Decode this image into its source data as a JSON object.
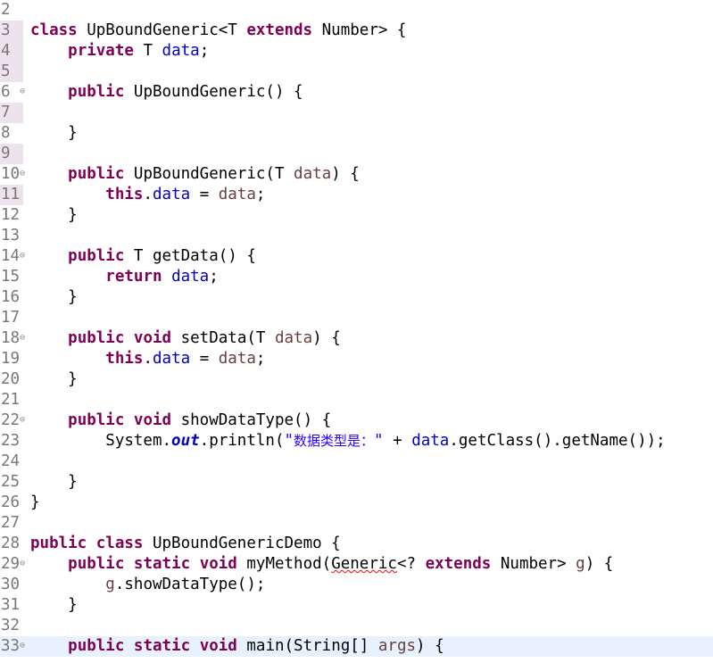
{
  "colors": {
    "keyword": "#7f0055",
    "field": "#0000c0",
    "parameter": "#6a3e3e",
    "string": "#2a00ff",
    "line_number": "#787878",
    "current_line": "#e8f2fe",
    "error_underline": "#ff0000"
  },
  "fold_icon": "collapse-circle-icon",
  "lines": [
    {
      "num": "2",
      "marked": false,
      "fold": false,
      "current": false,
      "tokens": []
    },
    {
      "num": "3",
      "marked": true,
      "fold": false,
      "current": false,
      "tokens": [
        {
          "t": "class",
          "c": "kw"
        },
        {
          "t": " UpBoundGeneric<T "
        },
        {
          "t": "extends",
          "c": "kw"
        },
        {
          "t": " Number> {"
        }
      ]
    },
    {
      "num": "4",
      "marked": true,
      "fold": false,
      "current": false,
      "tokens": [
        {
          "t": "    "
        },
        {
          "t": "private",
          "c": "kw"
        },
        {
          "t": " T "
        },
        {
          "t": "data",
          "c": "fld"
        },
        {
          "t": ";"
        }
      ]
    },
    {
      "num": "5",
      "marked": true,
      "fold": false,
      "current": false,
      "tokens": []
    },
    {
      "num": "6",
      "marked": false,
      "fold": true,
      "current": false,
      "tokens": [
        {
          "t": "    "
        },
        {
          "t": "public",
          "c": "kw"
        },
        {
          "t": " UpBoundGeneric() {"
        }
      ]
    },
    {
      "num": "7",
      "marked": true,
      "fold": false,
      "current": false,
      "tokens": []
    },
    {
      "num": "8",
      "marked": false,
      "fold": false,
      "current": false,
      "tokens": [
        {
          "t": "    }"
        }
      ]
    },
    {
      "num": "9",
      "marked": true,
      "fold": false,
      "current": false,
      "tokens": []
    },
    {
      "num": "10",
      "marked": false,
      "fold": true,
      "current": false,
      "tokens": [
        {
          "t": "    "
        },
        {
          "t": "public",
          "c": "kw"
        },
        {
          "t": " UpBoundGeneric(T "
        },
        {
          "t": "data",
          "c": "param"
        },
        {
          "t": ") {"
        }
      ]
    },
    {
      "num": "11",
      "marked": true,
      "fold": false,
      "current": false,
      "tokens": [
        {
          "t": "        "
        },
        {
          "t": "this",
          "c": "kw"
        },
        {
          "t": "."
        },
        {
          "t": "data",
          "c": "fld"
        },
        {
          "t": " = "
        },
        {
          "t": "data",
          "c": "param"
        },
        {
          "t": ";"
        }
      ]
    },
    {
      "num": "12",
      "marked": false,
      "fold": false,
      "current": false,
      "tokens": [
        {
          "t": "    }"
        }
      ]
    },
    {
      "num": "13",
      "marked": false,
      "fold": false,
      "current": false,
      "tokens": []
    },
    {
      "num": "14",
      "marked": false,
      "fold": true,
      "current": false,
      "tokens": [
        {
          "t": "    "
        },
        {
          "t": "public",
          "c": "kw"
        },
        {
          "t": " T getData() {"
        }
      ]
    },
    {
      "num": "15",
      "marked": false,
      "fold": false,
      "current": false,
      "tokens": [
        {
          "t": "        "
        },
        {
          "t": "return",
          "c": "kw"
        },
        {
          "t": " "
        },
        {
          "t": "data",
          "c": "fld"
        },
        {
          "t": ";"
        }
      ]
    },
    {
      "num": "16",
      "marked": false,
      "fold": false,
      "current": false,
      "tokens": [
        {
          "t": "    }"
        }
      ]
    },
    {
      "num": "17",
      "marked": false,
      "fold": false,
      "current": false,
      "tokens": []
    },
    {
      "num": "18",
      "marked": false,
      "fold": true,
      "current": false,
      "tokens": [
        {
          "t": "    "
        },
        {
          "t": "public",
          "c": "kw"
        },
        {
          "t": " "
        },
        {
          "t": "void",
          "c": "kw"
        },
        {
          "t": " setData(T "
        },
        {
          "t": "data",
          "c": "param"
        },
        {
          "t": ") {"
        }
      ]
    },
    {
      "num": "19",
      "marked": false,
      "fold": false,
      "current": false,
      "tokens": [
        {
          "t": "        "
        },
        {
          "t": "this",
          "c": "kw"
        },
        {
          "t": "."
        },
        {
          "t": "data",
          "c": "fld"
        },
        {
          "t": " = "
        },
        {
          "t": "data",
          "c": "param"
        },
        {
          "t": ";"
        }
      ]
    },
    {
      "num": "20",
      "marked": false,
      "fold": false,
      "current": false,
      "tokens": [
        {
          "t": "    }"
        }
      ]
    },
    {
      "num": "21",
      "marked": false,
      "fold": false,
      "current": false,
      "tokens": []
    },
    {
      "num": "22",
      "marked": false,
      "fold": true,
      "current": false,
      "tokens": [
        {
          "t": "    "
        },
        {
          "t": "public",
          "c": "kw"
        },
        {
          "t": " "
        },
        {
          "t": "void",
          "c": "kw"
        },
        {
          "t": " showDataType() {"
        }
      ]
    },
    {
      "num": "23",
      "marked": false,
      "fold": false,
      "current": false,
      "tokens": [
        {
          "t": "        System."
        },
        {
          "t": "out",
          "c": "sfld"
        },
        {
          "t": ".println("
        },
        {
          "t": "\"",
          "c": "str"
        },
        {
          "t": "数据类型是：",
          "c": "str cjk"
        },
        {
          "t": "\"",
          "c": "str"
        },
        {
          "t": " + "
        },
        {
          "t": "data",
          "c": "fld"
        },
        {
          "t": ".getClass().getName());"
        }
      ]
    },
    {
      "num": "24",
      "marked": false,
      "fold": false,
      "current": false,
      "tokens": []
    },
    {
      "num": "25",
      "marked": false,
      "fold": false,
      "current": false,
      "tokens": [
        {
          "t": "    }"
        }
      ]
    },
    {
      "num": "26",
      "marked": false,
      "fold": false,
      "current": false,
      "tokens": [
        {
          "t": "}"
        }
      ]
    },
    {
      "num": "27",
      "marked": false,
      "fold": false,
      "current": false,
      "tokens": []
    },
    {
      "num": "28",
      "marked": false,
      "fold": false,
      "current": false,
      "tokens": [
        {
          "t": "public",
          "c": "kw"
        },
        {
          "t": " "
        },
        {
          "t": "class",
          "c": "kw"
        },
        {
          "t": " UpBoundGenericDemo {"
        }
      ]
    },
    {
      "num": "29",
      "marked": false,
      "fold": true,
      "current": false,
      "tokens": [
        {
          "t": "    "
        },
        {
          "t": "public",
          "c": "kw"
        },
        {
          "t": " "
        },
        {
          "t": "static",
          "c": "kw"
        },
        {
          "t": " "
        },
        {
          "t": "void",
          "c": "kw"
        },
        {
          "t": " myMethod("
        },
        {
          "t": "Generic",
          "c": "err"
        },
        {
          "t": "<? "
        },
        {
          "t": "extends",
          "c": "kw"
        },
        {
          "t": " Number> "
        },
        {
          "t": "g",
          "c": "param"
        },
        {
          "t": ") {"
        }
      ]
    },
    {
      "num": "30",
      "marked": false,
      "fold": false,
      "current": false,
      "tokens": [
        {
          "t": "        "
        },
        {
          "t": "g",
          "c": "param"
        },
        {
          "t": ".showDataType();"
        }
      ]
    },
    {
      "num": "31",
      "marked": false,
      "fold": false,
      "current": false,
      "tokens": [
        {
          "t": "    }"
        }
      ]
    },
    {
      "num": "32",
      "marked": false,
      "fold": false,
      "current": false,
      "tokens": []
    },
    {
      "num": "33",
      "marked": false,
      "fold": true,
      "current": true,
      "tokens": [
        {
          "t": "    "
        },
        {
          "t": "public",
          "c": "kw"
        },
        {
          "t": " "
        },
        {
          "t": "static",
          "c": "kw"
        },
        {
          "t": " "
        },
        {
          "t": "void",
          "c": "kw"
        },
        {
          "t": " main(String[] "
        },
        {
          "t": "args",
          "c": "param"
        },
        {
          "t": ") {"
        }
      ]
    }
  ]
}
